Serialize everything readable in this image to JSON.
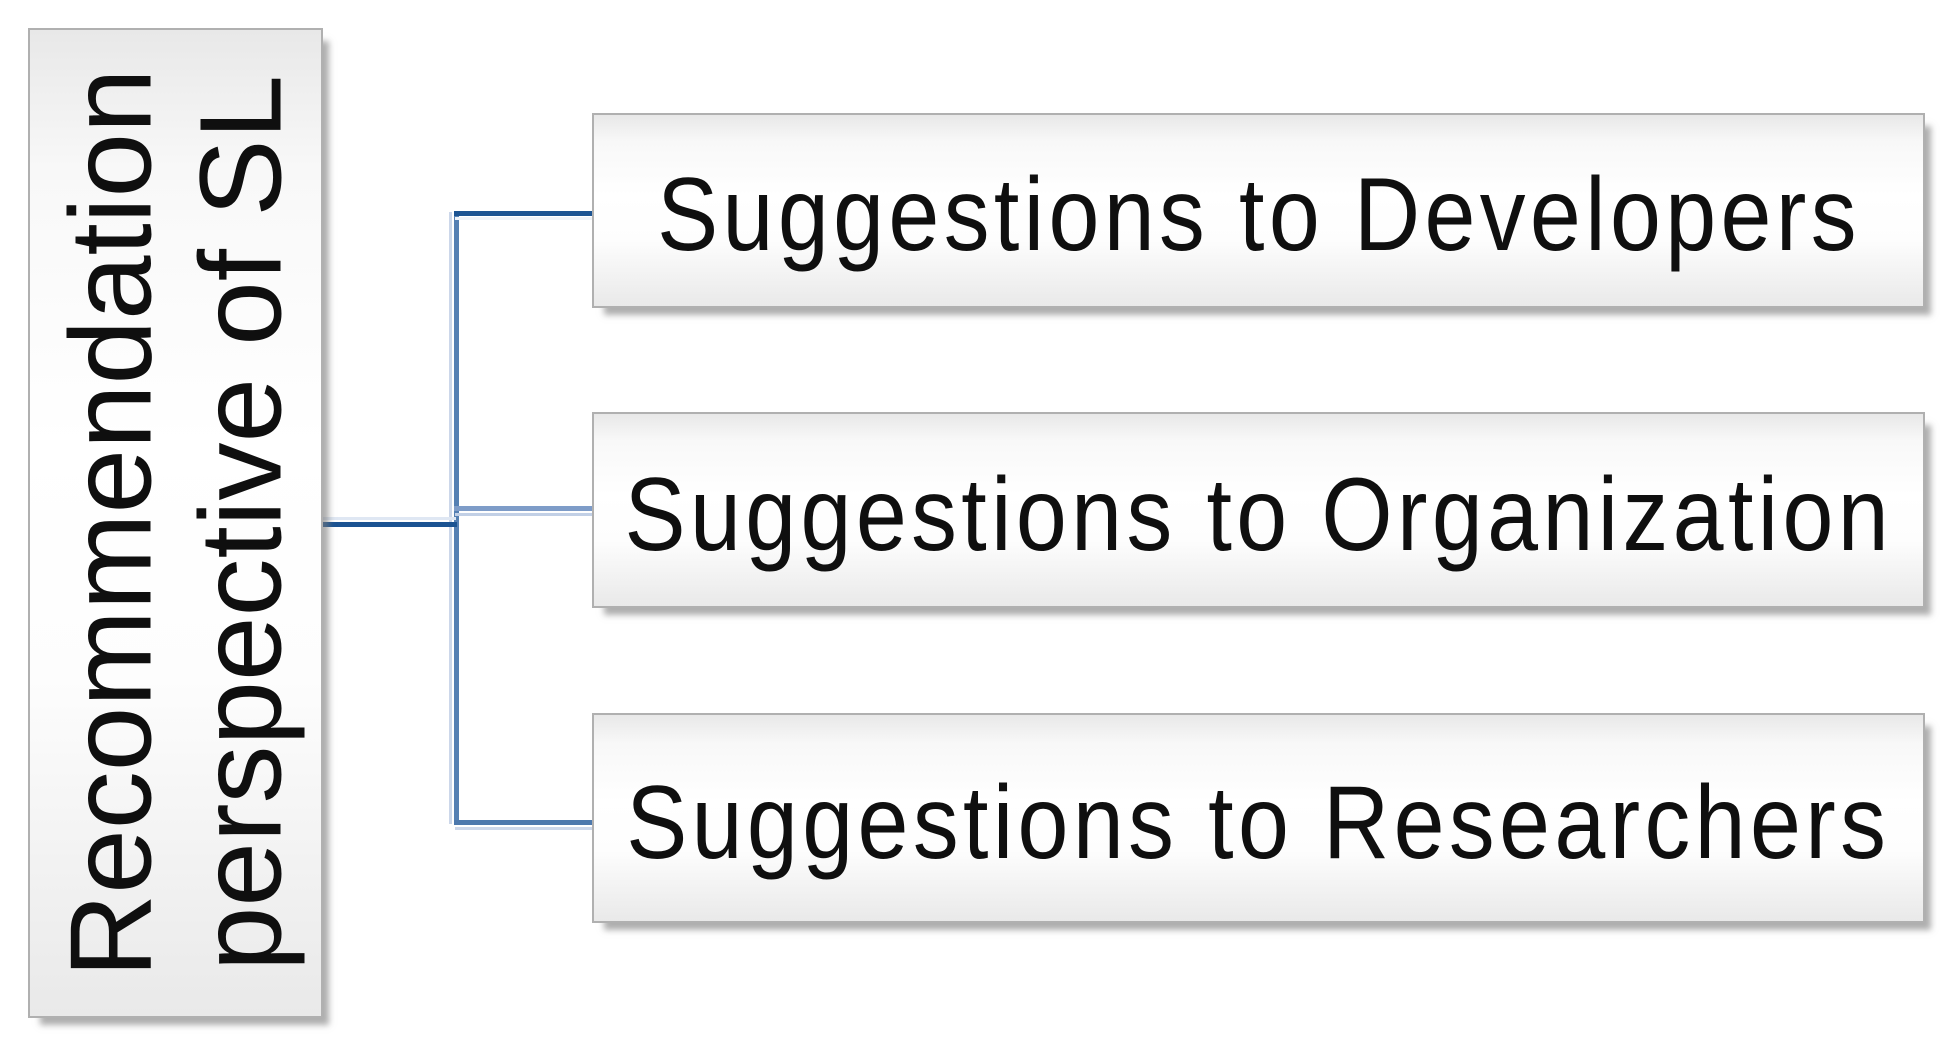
{
  "diagram": {
    "root": {
      "label": "Recommendation perspective of SL",
      "lines": [
        "Recommendation",
        "perspective of SL"
      ]
    },
    "children": [
      {
        "label": "Suggestions to Developers"
      },
      {
        "label": "Suggestions to Organization"
      },
      {
        "label": "Suggestions to Researchers"
      }
    ],
    "colors": {
      "connector_dark": "#1b5392",
      "connector_medium": "#4d79ad",
      "connector_light": "#7e9cc8",
      "connector_trunk": "#5580b3",
      "box_border": "#b0b0b0",
      "box_fill_top": "#e8e8e8",
      "box_fill_middle": "#ffffff",
      "box_fill_bottom": "#e9e9e9",
      "text": "#0f0f0f",
      "background": "#ffffff"
    }
  }
}
